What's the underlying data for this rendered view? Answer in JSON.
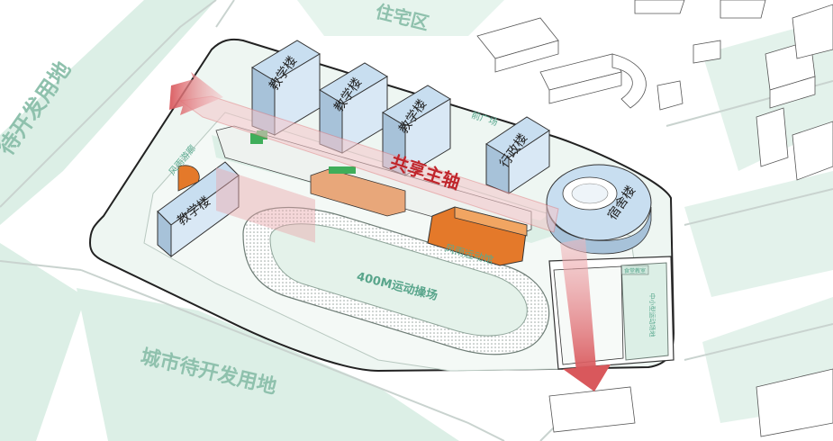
{
  "labels": {
    "residential": "住宅区",
    "land_left": "待开发用地",
    "land_bottom": "城市待开发用地",
    "teaching_1": "教学楼",
    "teaching_2": "教学楼",
    "teaching_3": "教学楼",
    "teaching_4": "教学楼",
    "admin": "行政楼",
    "dorm": "宿舍楼",
    "front_plaza": "前广场",
    "rain_corridor_left": "风雨游廊",
    "rain_gym": "风雨运动馆",
    "track": "400M运动操场",
    "axis": "共享主轴",
    "small_bldg": "食堂教室",
    "court": "中小型运动场地"
  },
  "colors": {
    "teaching_fill": "#c8def0",
    "admin_fill": "#c8def0",
    "axis_text": "#c0252b",
    "green_label": "#5aa98f",
    "green_area": "#dcefe6",
    "orange": "#e4792a",
    "arrow": "#d9585c"
  }
}
